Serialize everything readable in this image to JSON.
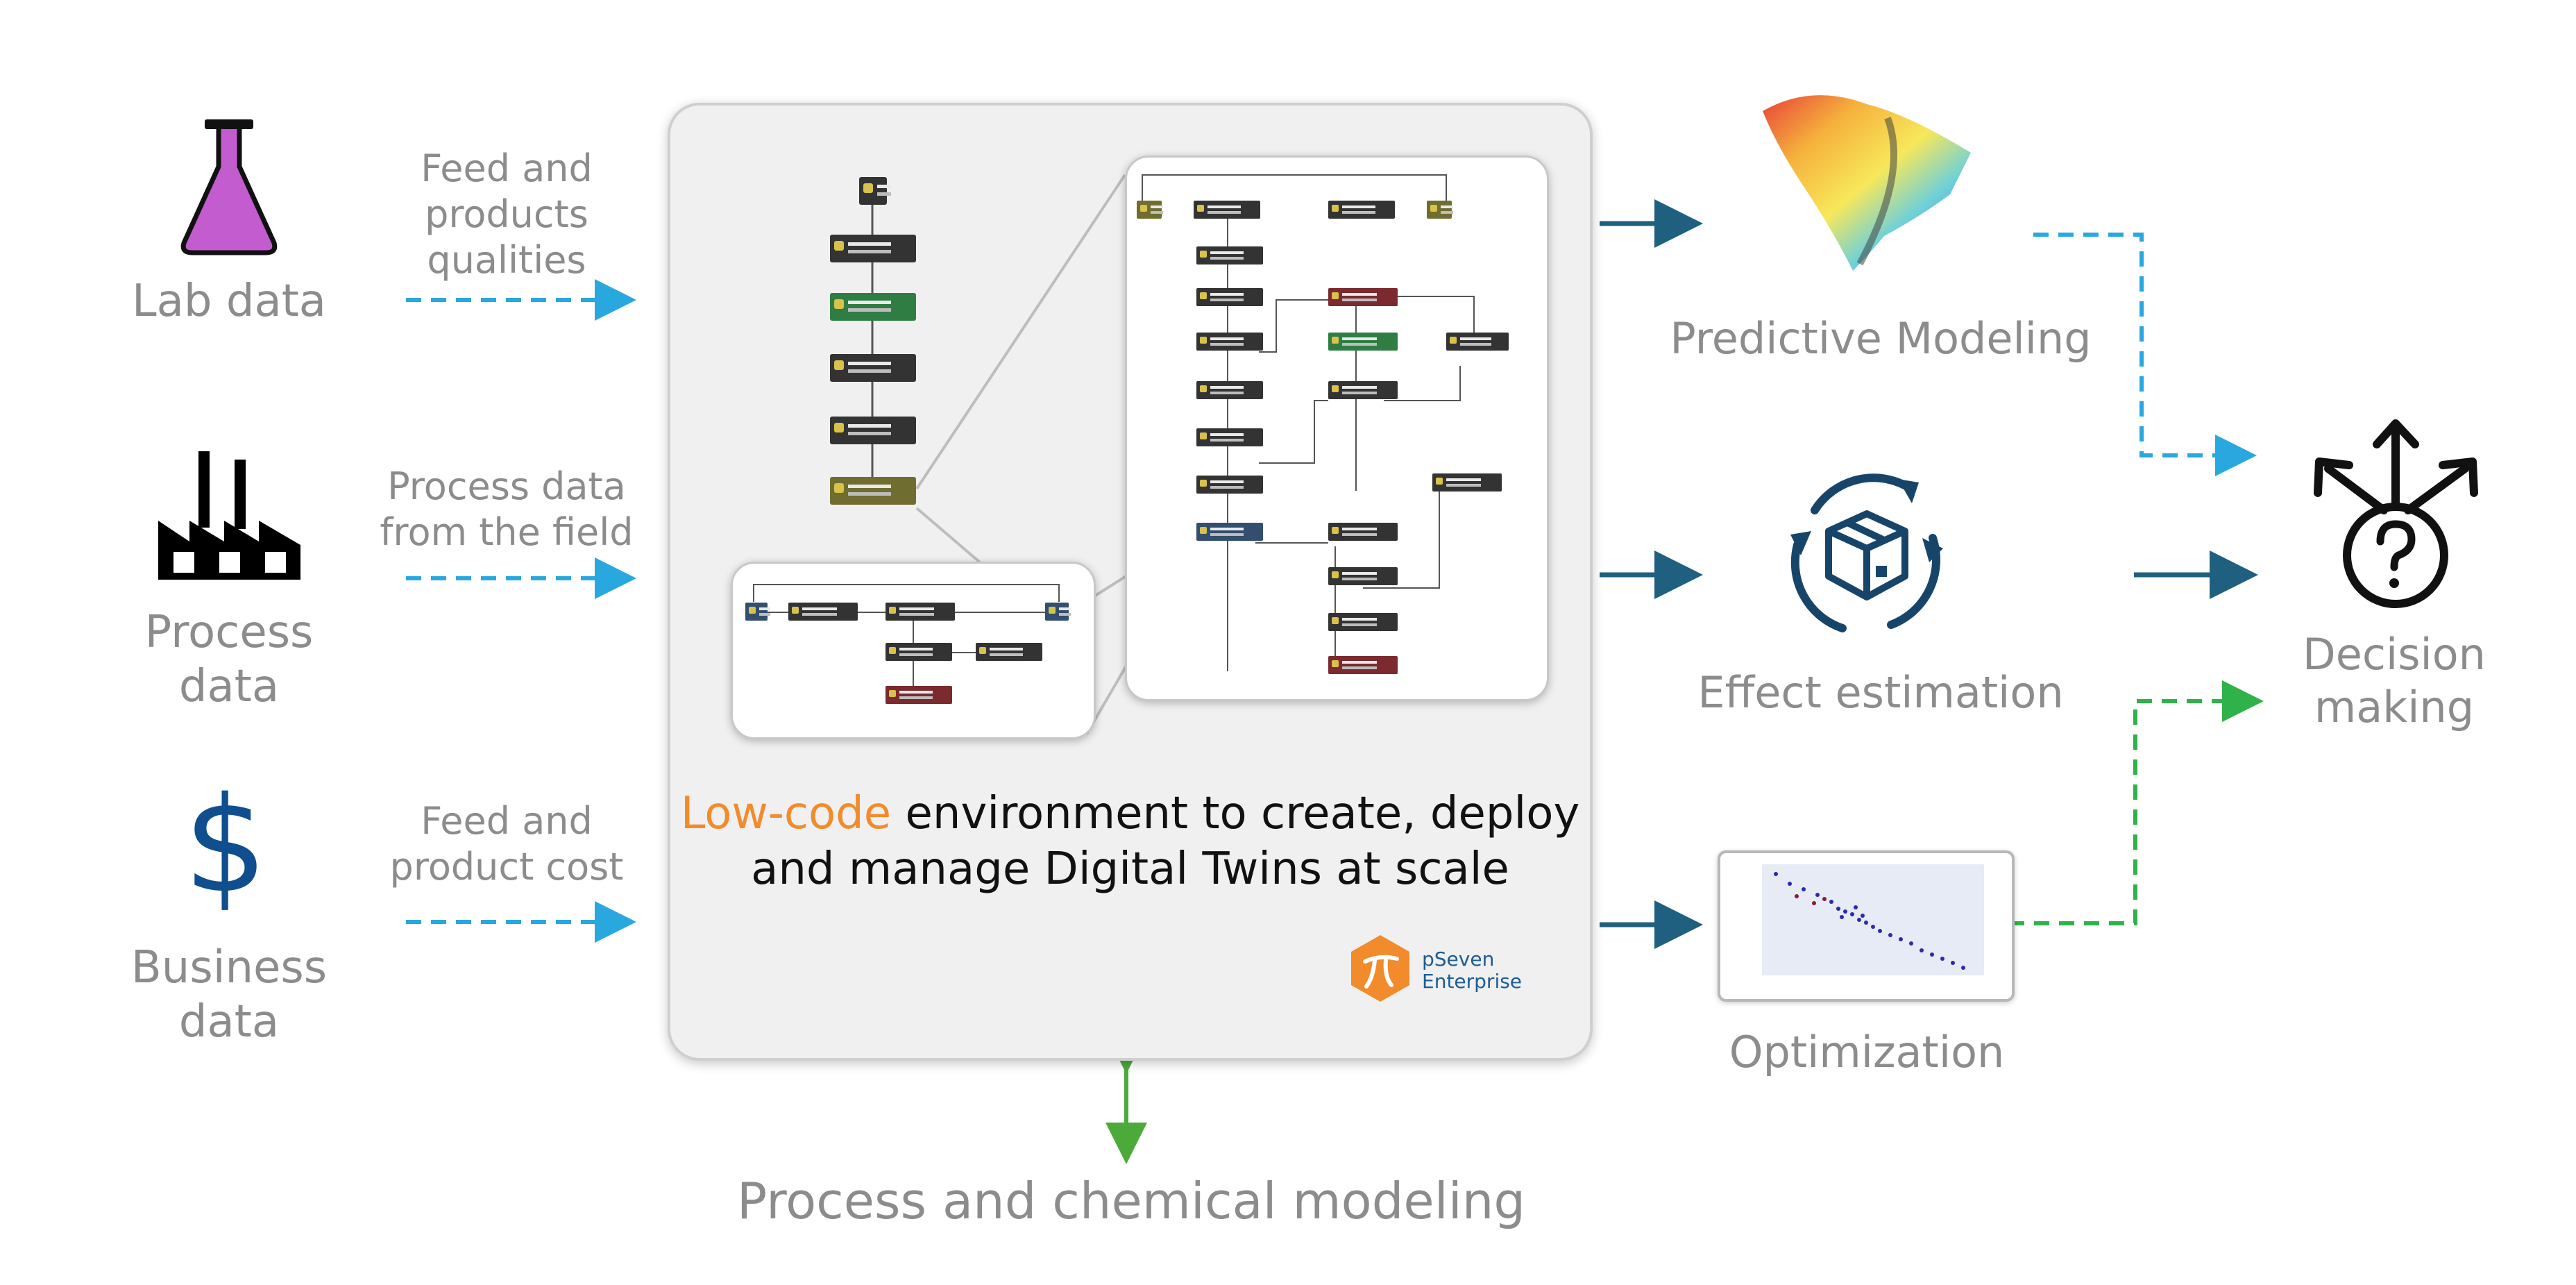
{
  "sources": [
    {
      "title": "Lab data",
      "label": "Feed and products qualities",
      "icon": "flask-icon",
      "color": "#c25ccf"
    },
    {
      "title": "Process data",
      "label": "Process data from the field",
      "icon": "factory-icon",
      "color": "#000000"
    },
    {
      "title": "Business data",
      "label": "Feed and product cost",
      "icon": "dollar-icon",
      "color": "#0f4f8f"
    }
  ],
  "source_titles": {
    "lab": "Lab data",
    "process_1": "Process",
    "process_2": "data",
    "business_1": "Business",
    "business_2": "data"
  },
  "source_labels": {
    "lab": [
      "Feed and",
      "products",
      "qualities"
    ],
    "process": [
      "Process data",
      "from the field"
    ],
    "business": [
      "Feed and",
      "product cost"
    ]
  },
  "center": {
    "caption_accent": "Low-code",
    "caption_rest_1": " environment to create, deploy",
    "caption_line_2": "and manage Digital Twins at scale",
    "brand_name": "pSeven",
    "brand_sub": "Enterprise"
  },
  "outputs": {
    "predictive": "Predictive Modeling",
    "effect": "Effect estimation",
    "optimization": "Optimization",
    "decision_1": "Decision",
    "decision_2": "making"
  },
  "bottom": {
    "label": "Process and chemical modeling"
  },
  "colors": {
    "arrow_dark": "#1f5f80",
    "arrow_dashed_blue": "#29a8e0",
    "arrow_dashed_green": "#2fb24a",
    "arrow_vertical_green": "#4caa3a",
    "accent_orange": "#f28b2c",
    "icon_navy": "#0f2a44"
  }
}
